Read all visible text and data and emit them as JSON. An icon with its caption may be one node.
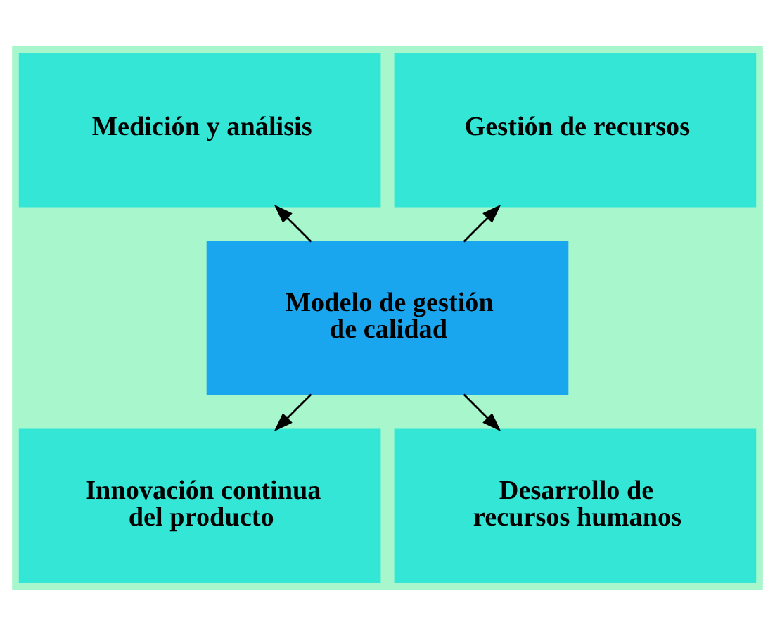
{
  "diagram": {
    "nodes": [
      {
        "text": [
          "Gestión de recursos"
        ]
      },
      {
        "text": [
          "Medición y análisis"
        ]
      },
      {
        "text": [
          "Modelo de gestión de calidad"
        ]
      },
      {
        "text": [
          "Innovación continua del producto"
        ]
      },
      {
        "text": [
          "Desarrollo de recursos humanos"
        ]
      }
    ],
    "edges": [
      {
        "from": 2,
        "to": 0,
        "arrow": "to"
      },
      {
        "from": 2,
        "to": 1,
        "arrow": "to"
      },
      {
        "from": 2,
        "to": 3,
        "arrow": "to"
      },
      {
        "from": 2,
        "to": 4,
        "arrow": "to"
      }
    ]
  }
}
